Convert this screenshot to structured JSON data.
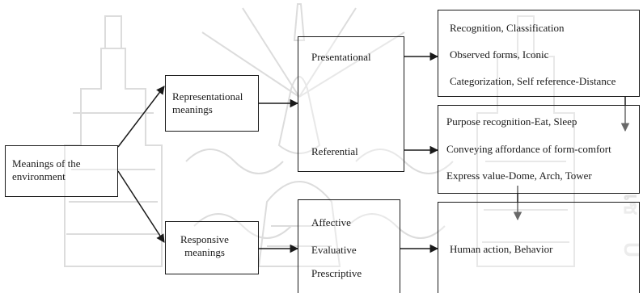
{
  "diagram": {
    "source": "Meanings of the environment",
    "branches": {
      "representational": "Representational meanings",
      "responsive": "Responsive meanings"
    },
    "representational_types": {
      "presentational": "Presentational",
      "referential": "Referential"
    },
    "responsive_types": [
      "Affective",
      "Evaluative",
      "Prescriptive"
    ],
    "presentational_outcomes": [
      "Recognition, Classification",
      "Observed forms, Iconic",
      "Categorization, Self reference-Distance"
    ],
    "referential_outcomes": [
      "Purpose recognition-Eat, Sleep",
      "Conveying affordance of form-comfort",
      "Express value-Dome, Arch, Tower"
    ],
    "result": "Human action, Behavior"
  },
  "colors": {
    "line": "#1a1a1a",
    "watermark": "#d9d9d9"
  }
}
